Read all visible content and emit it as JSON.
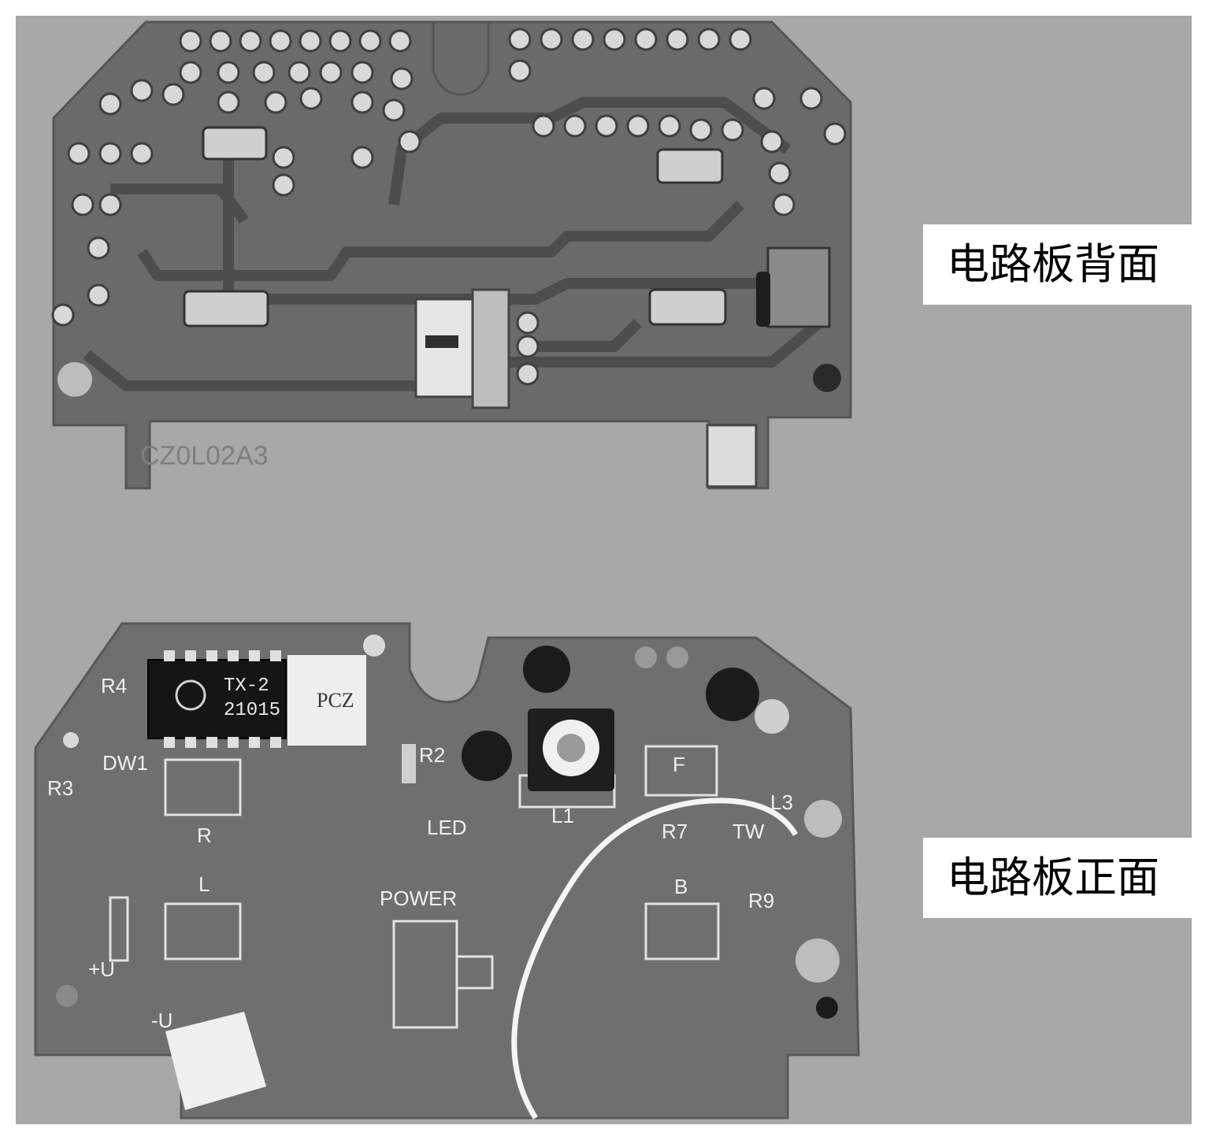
{
  "captions": {
    "back": "电路板背面",
    "front": "电路板正面"
  },
  "back_board": {
    "silkscreen": "CZ0L02A3"
  },
  "front_board": {
    "chip_line1": "TX-2",
    "chip_line2": "21015",
    "sticker_text": "PCZ",
    "labels": {
      "r4": "R4",
      "r3": "R3",
      "dw1": "DW1",
      "r2": "R2",
      "led": "LED",
      "l1": "L1",
      "r7": "R7",
      "tw": "TW",
      "r9": "R9",
      "r": "R",
      "l": "L",
      "f": "F",
      "b": "B",
      "power": "POWER",
      "plus_u": "+U",
      "minus_u": "-U",
      "l3": "L3"
    }
  },
  "colors": {
    "background": "#a8a8a8",
    "board": "#6a6a6a",
    "board_edge": "#5a5a5a",
    "solder": "#d8d8d8",
    "trace": "#4d4d4d",
    "caption_bg": "#ffffff"
  }
}
